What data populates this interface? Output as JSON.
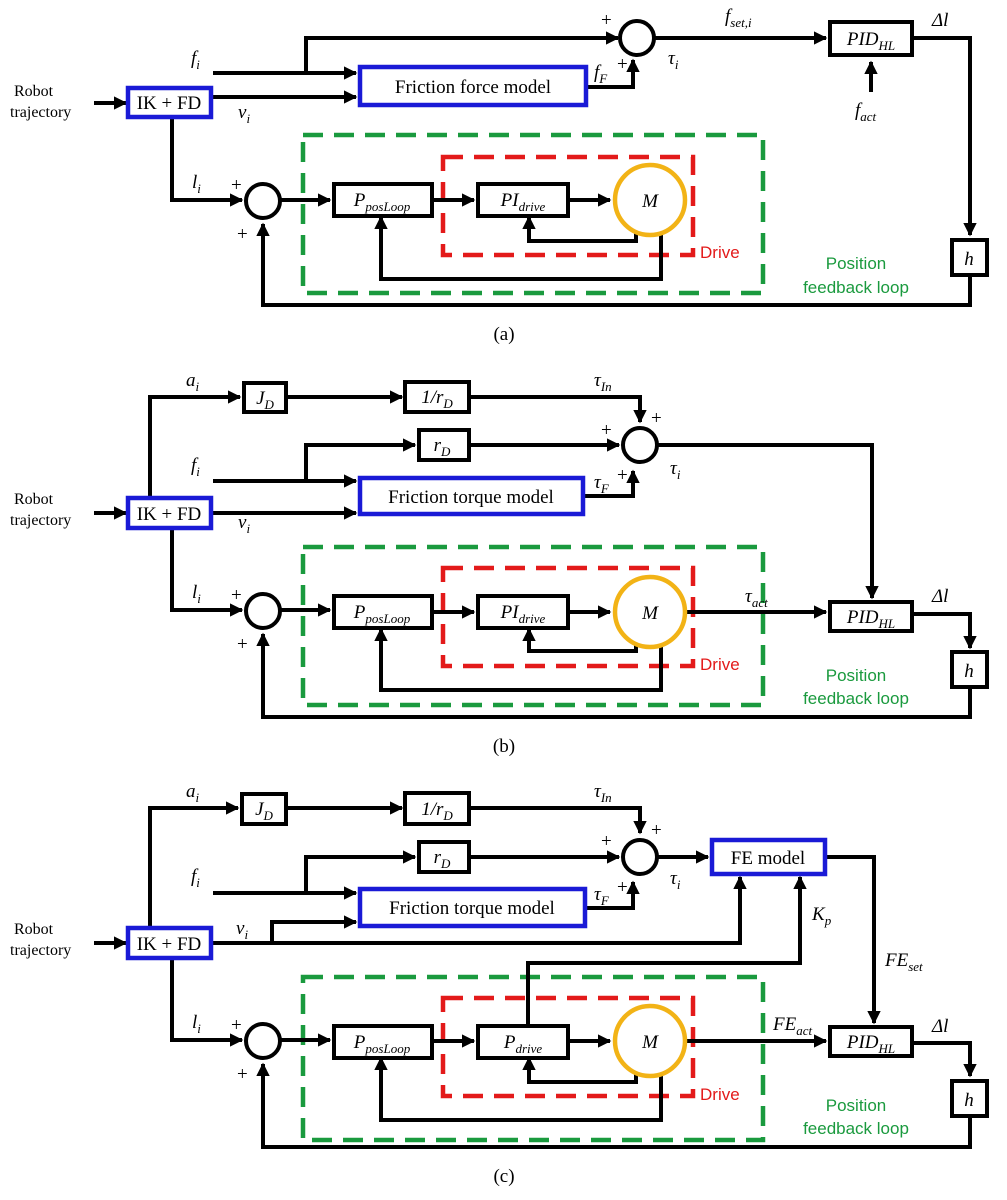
{
  "common": {
    "robot_trajectory": [
      "Robot",
      "trajectory"
    ],
    "ikfd": "IK + FD",
    "drive": "Drive",
    "position_loop": [
      "Position",
      "feedback loop"
    ],
    "plus": "+",
    "motor": "M",
    "h": "h",
    "pos_loop": {
      "main": "P",
      "sub": "posLoop"
    },
    "pid_hl": {
      "main": "PID",
      "sub": "HL"
    },
    "pi_drive": {
      "main": "PI",
      "sub": "drive"
    },
    "p_drive": {
      "main": "P",
      "sub": "drive"
    },
    "jd": {
      "main": "J",
      "sub": "D"
    },
    "inv_rd": {
      "main": "1/r",
      "sub": "D"
    },
    "rd": {
      "main": "r",
      "sub": "D"
    },
    "f_i": {
      "main": "f",
      "sub": "i"
    },
    "v_i": {
      "main": "v",
      "sub": "i"
    },
    "l_i": {
      "main": "l",
      "sub": "i"
    },
    "a_i": {
      "main": "a",
      "sub": "i"
    },
    "f_F": {
      "main": "f",
      "sub": "F"
    },
    "tau_F": {
      "main": "τ",
      "sub": "F"
    },
    "tau_i": {
      "main": "τ",
      "sub": "i"
    },
    "tau_in": {
      "main": "τ",
      "sub": "In"
    },
    "tau_act": {
      "main": "τ",
      "sub": "act"
    },
    "f_set": {
      "main": "f",
      "sub": "set,i"
    },
    "f_act": {
      "main": "f",
      "sub": "act"
    },
    "delta_l": "Δl",
    "k_p": {
      "main": "K",
      "sub": "p"
    },
    "fe_set": {
      "main": "FE",
      "sub": "set"
    },
    "fe_act": {
      "main": "FE",
      "sub": "act"
    }
  },
  "panel_a": {
    "caption": "(a)",
    "friction_block": "Friction force model"
  },
  "panel_b": {
    "caption": "(b)",
    "friction_block": "Friction torque model"
  },
  "panel_c": {
    "caption": "(c)",
    "friction_block": "Friction torque model",
    "fe_block": "FE model"
  },
  "colors": {
    "blue": "#1a1ad6",
    "green": "#1a9a3e",
    "red": "#e31a1a",
    "yellow": "#f2b316",
    "black": "#000000"
  }
}
